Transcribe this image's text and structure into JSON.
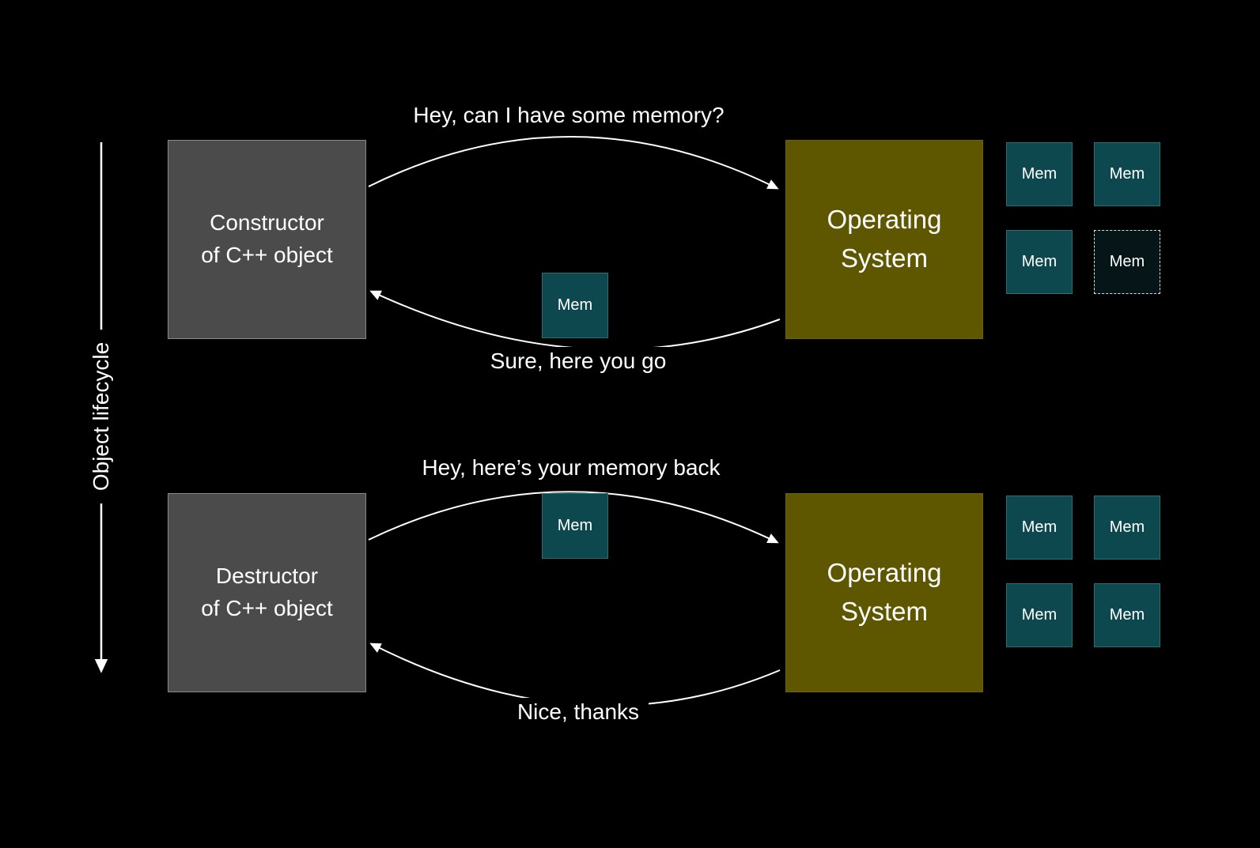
{
  "colors": {
    "background": "#000000",
    "constructor_box": "#4b4b4b",
    "operating_system_box": "#5f5600",
    "mem_box": "#0d484e",
    "arrow": "#ffffff",
    "text": "#ffffff"
  },
  "lifecycle_axis": {
    "label": "Object lifecycle"
  },
  "allocation_flow": {
    "source_box_label": "Constructor\nof C++ object",
    "os_box_label": "Operating\nSystem",
    "request_message": "Hey, can I have some memory?",
    "response_message": "Sure, here you go",
    "transferred_mem_label": "Mem",
    "os_mem_grid": [
      "Mem",
      "Mem",
      "Mem",
      "Mem"
    ]
  },
  "deallocation_flow": {
    "source_box_label": "Destructor\nof C++ object",
    "os_box_label": "Operating\nSystem",
    "request_message": "Hey, here’s your memory back",
    "response_message": "Nice, thanks",
    "returned_mem_label": "Mem",
    "os_mem_grid": [
      "Mem",
      "Mem",
      "Mem",
      "Mem"
    ]
  }
}
